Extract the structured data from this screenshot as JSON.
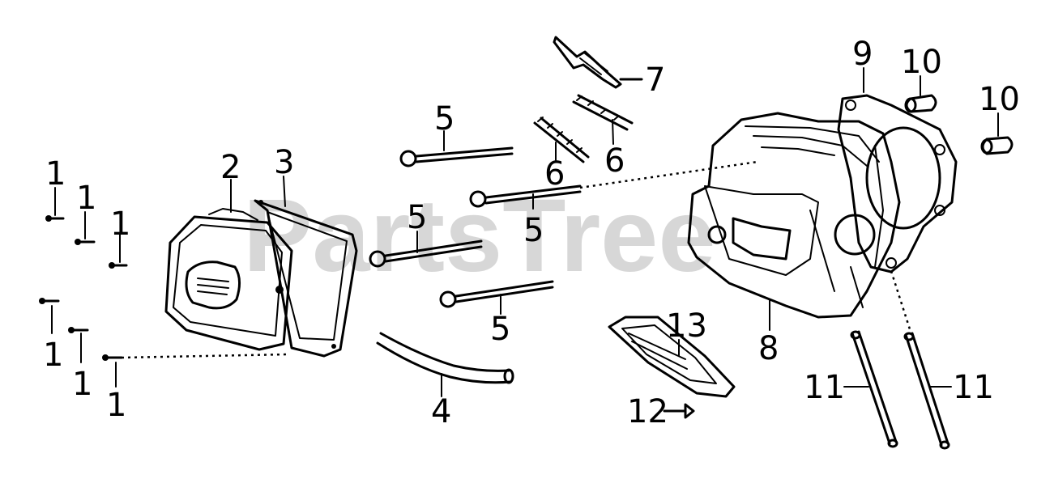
{
  "watermark": "PartsTree",
  "callouts": {
    "c1a": "1",
    "c1b": "1",
    "c1c": "1",
    "c1d": "1",
    "c1e": "1",
    "c1f": "1",
    "c2": "2",
    "c3": "3",
    "c4": "4",
    "c5a": "5",
    "c5b": "5",
    "c5c": "5",
    "c5d": "5",
    "c6a": "6",
    "c6b": "6",
    "c7": "7",
    "c8": "8",
    "c9": "9",
    "c10a": "10",
    "c10b": "10",
    "c11a": "11",
    "c11b": "11",
    "c12": "12",
    "c13": "13"
  },
  "icons": {
    "bolt": "bolt-icon",
    "valve_cover": "valve-cover-icon",
    "gasket": "gasket-icon",
    "breather_tube": "breather-tube-icon",
    "head_bolt": "head-bolt-icon",
    "stud": "stud-icon",
    "spark_plug": "spark-plug-icon",
    "cylinder_head": "cylinder-head-icon",
    "head_gasket": "head-gasket-icon",
    "dowel_pin": "dowel-pin-icon",
    "push_rod": "push-rod-icon",
    "clip": "clip-icon",
    "guide_plate": "guide-plate-icon"
  }
}
